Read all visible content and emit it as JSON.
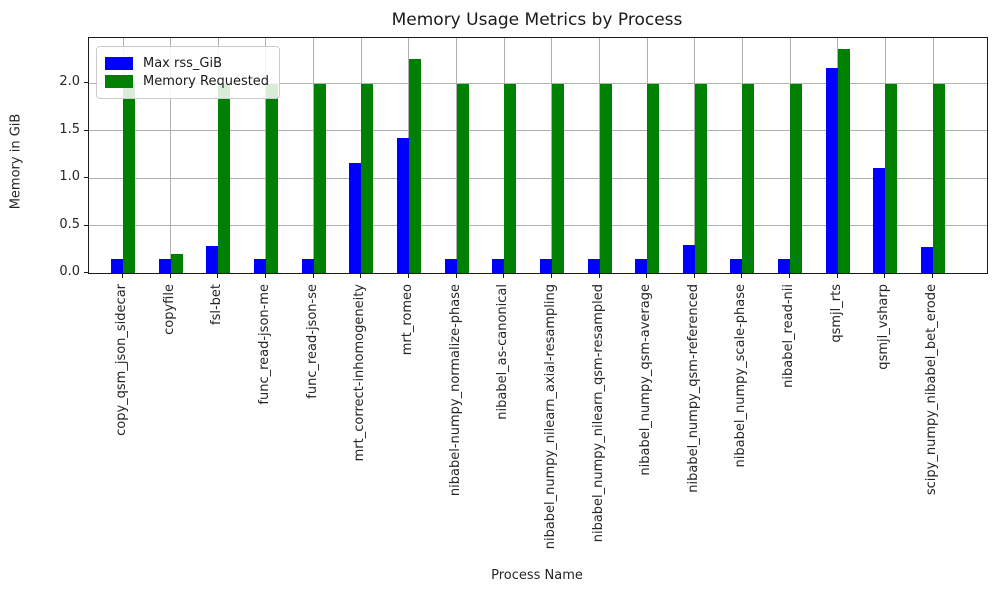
{
  "chart_data": {
    "type": "bar",
    "title": "Memory Usage Metrics by Process",
    "xlabel": "Process Name",
    "ylabel": "Memory in GiB",
    "categories": [
      "copy_qsm_json_sidecar",
      "copyfile",
      "fsl-bet",
      "func_read-json-me",
      "func_read-json-se",
      "mrt_correct-inhomogeneity",
      "mrt_romeo",
      "nibabel-numpy_normalize-phase",
      "nibabel_as-canonical",
      "nibabel_numpy_nilearn_axial-resampling",
      "nibabel_numpy_nilearn_qsm-resampled",
      "nibabel_numpy_qsm-average",
      "nibabel_numpy_qsm-referenced",
      "nibabel_numpy_scale-phase",
      "nibabel_read-nii",
      "qsmjl_rts",
      "qsmjl_vsharp",
      "scipy_numpy_nibabel_bet_erode"
    ],
    "series": [
      {
        "name": "Max rss_GiB",
        "color": "#0000ff",
        "values": [
          0.15,
          0.15,
          0.29,
          0.15,
          0.15,
          1.16,
          1.42,
          0.15,
          0.15,
          0.15,
          0.15,
          0.15,
          0.3,
          0.15,
          0.15,
          2.16,
          1.11,
          0.27
        ]
      },
      {
        "name": "Memory Requested",
        "color": "#008000",
        "values": [
          2.0,
          0.2,
          2.0,
          2.0,
          2.0,
          2.0,
          2.26,
          2.0,
          2.0,
          2.0,
          2.0,
          2.0,
          2.0,
          2.0,
          2.0,
          2.36,
          2.0,
          2.0
        ]
      }
    ],
    "ylim": [
      0,
      2.48
    ],
    "yticks": [
      "0.0",
      "0.5",
      "1.0",
      "1.5",
      "2.0"
    ],
    "grid": true,
    "legend_position": "upper left",
    "grid_color": "#b0b0b0"
  }
}
